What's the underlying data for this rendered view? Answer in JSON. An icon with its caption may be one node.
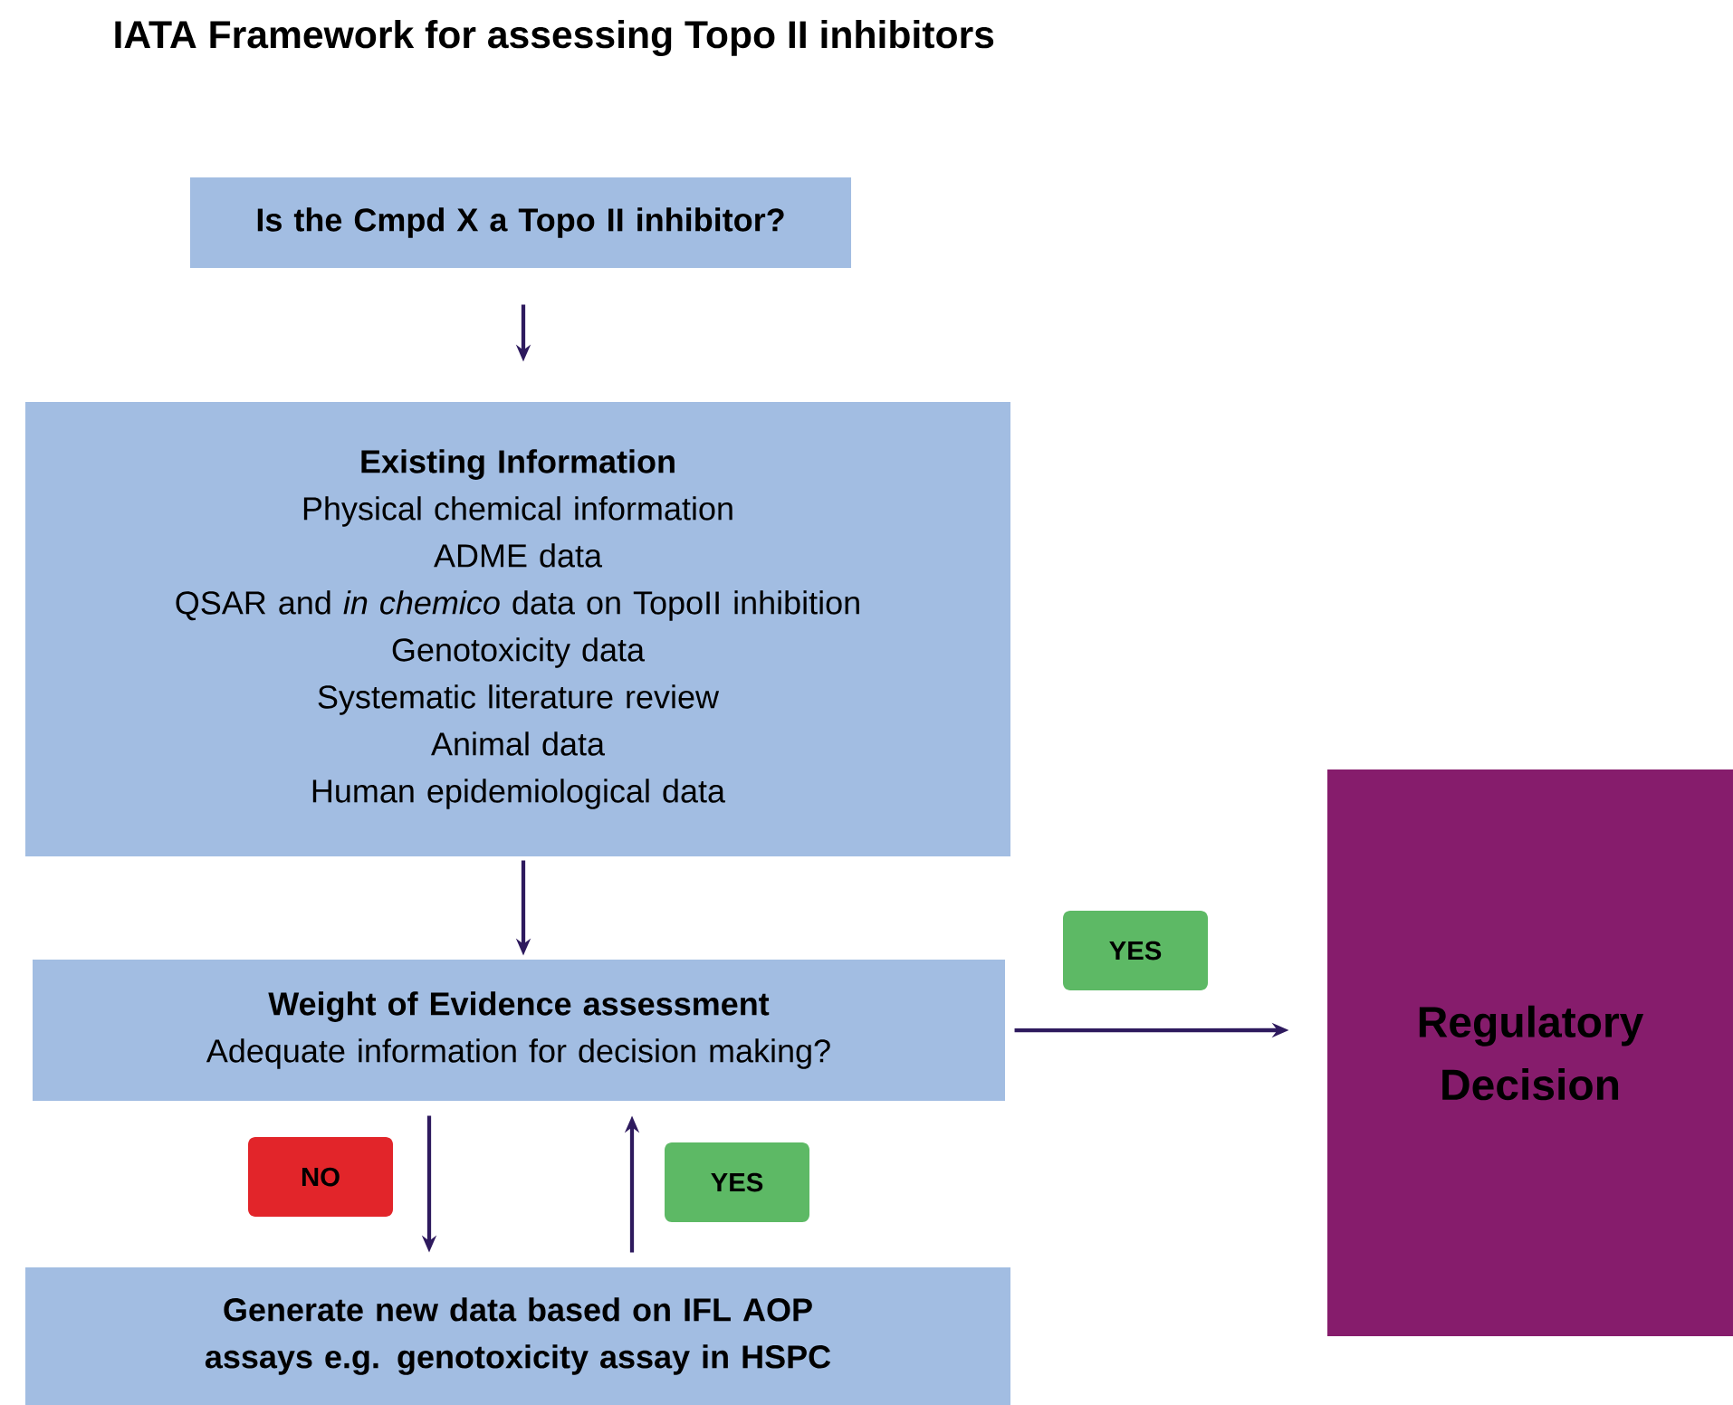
{
  "diagram": {
    "title": "IATA Framework for assessing Topo II inhibitors",
    "nodes": [
      {
        "text": [
          "Is the Cmpd X a Topo II inhibitor?"
        ]
      },
      {
        "text": [
          "Existing Information",
          "Physical chemical information",
          "ADME data",
          "QSAR and *in chemico* data on TopoII inhibition",
          "Genotoxicity data",
          "Systematic literature review",
          "Animal data",
          "Human epidemiological data"
        ]
      },
      {
        "text": [
          "Weight of Evidence assessment",
          "Adequate information for decision making?"
        ]
      },
      {
        "text": [
          "Generate new data based on IFL AOP assays e.g. genotoxicity assay in HSPC"
        ]
      },
      {
        "text": [
          "Regulatory Decision"
        ]
      }
    ],
    "edges": [
      {
        "from": 0,
        "to": 1,
        "arrow": "to"
      },
      {
        "from": 1,
        "to": 2,
        "arrow": "to"
      },
      {
        "from": 2,
        "to": 4,
        "arrow": "to",
        "label": "YES"
      },
      {
        "from": 2,
        "to": 3,
        "arrow": "to",
        "label": "NO"
      },
      {
        "from": 3,
        "to": 2,
        "arrow": "to",
        "label": "YES"
      }
    ]
  }
}
